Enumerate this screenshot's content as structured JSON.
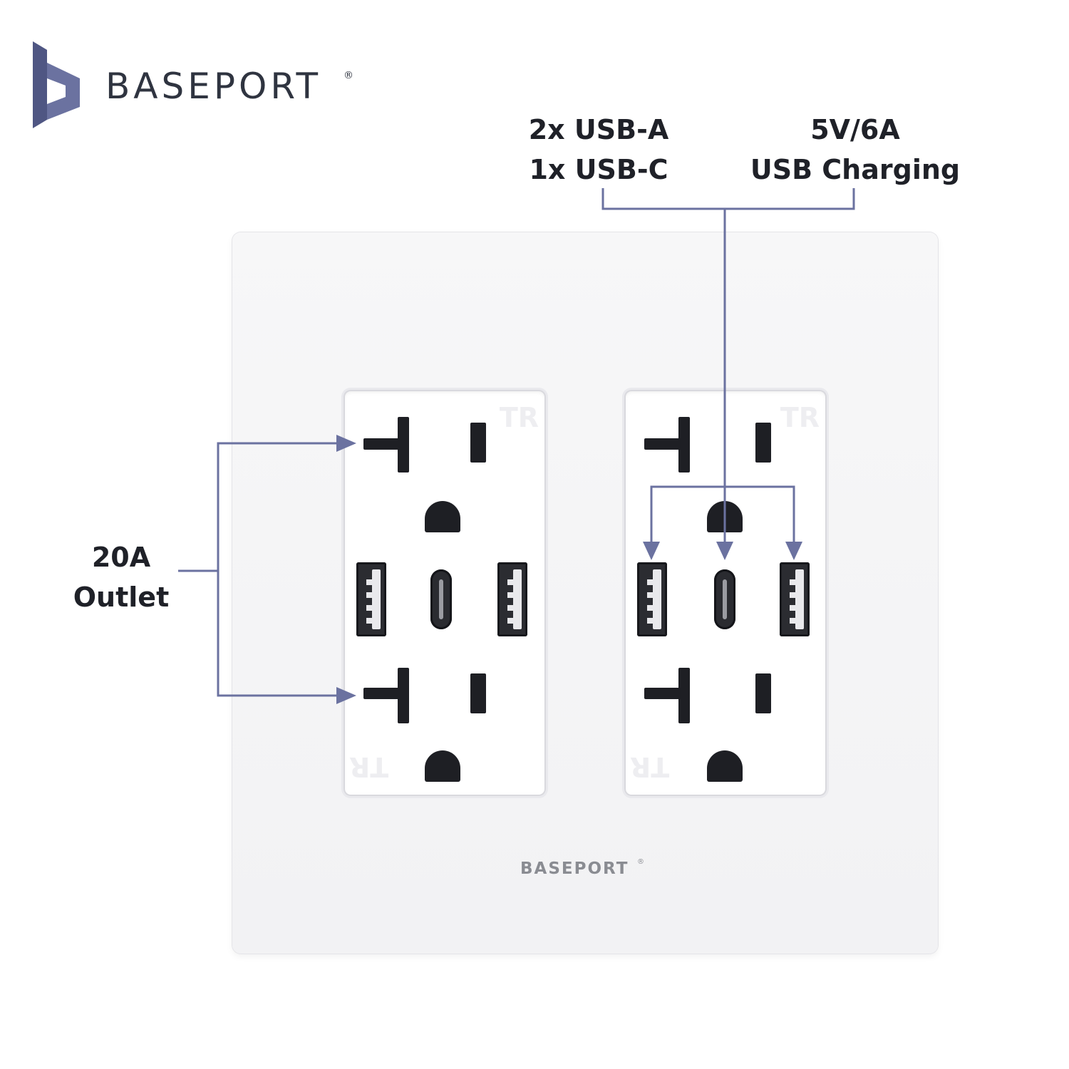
{
  "brand": {
    "name": "BASEPORT",
    "registered_mark": "®",
    "logo_icon": "baseport-logo-icon",
    "accent_color": "#5b628c"
  },
  "callouts": {
    "ports": {
      "line1": "2x USB-A",
      "line2": "1x USB-C"
    },
    "charging": {
      "line1": "5V/6A",
      "line2": "USB Charging"
    },
    "outlet": {
      "line1": "20A",
      "line2": "Outlet"
    }
  },
  "plate": {
    "brand": "BASEPORT",
    "registered_mark": "®",
    "receptacles": [
      {
        "tr_top": "TR",
        "tr_bottom": "TR"
      },
      {
        "tr_top": "TR",
        "tr_bottom": "TR"
      }
    ]
  },
  "colors": {
    "leader_line": "#6b72a0",
    "label_text": "#1f2128",
    "plate": "#f4f4f6"
  }
}
